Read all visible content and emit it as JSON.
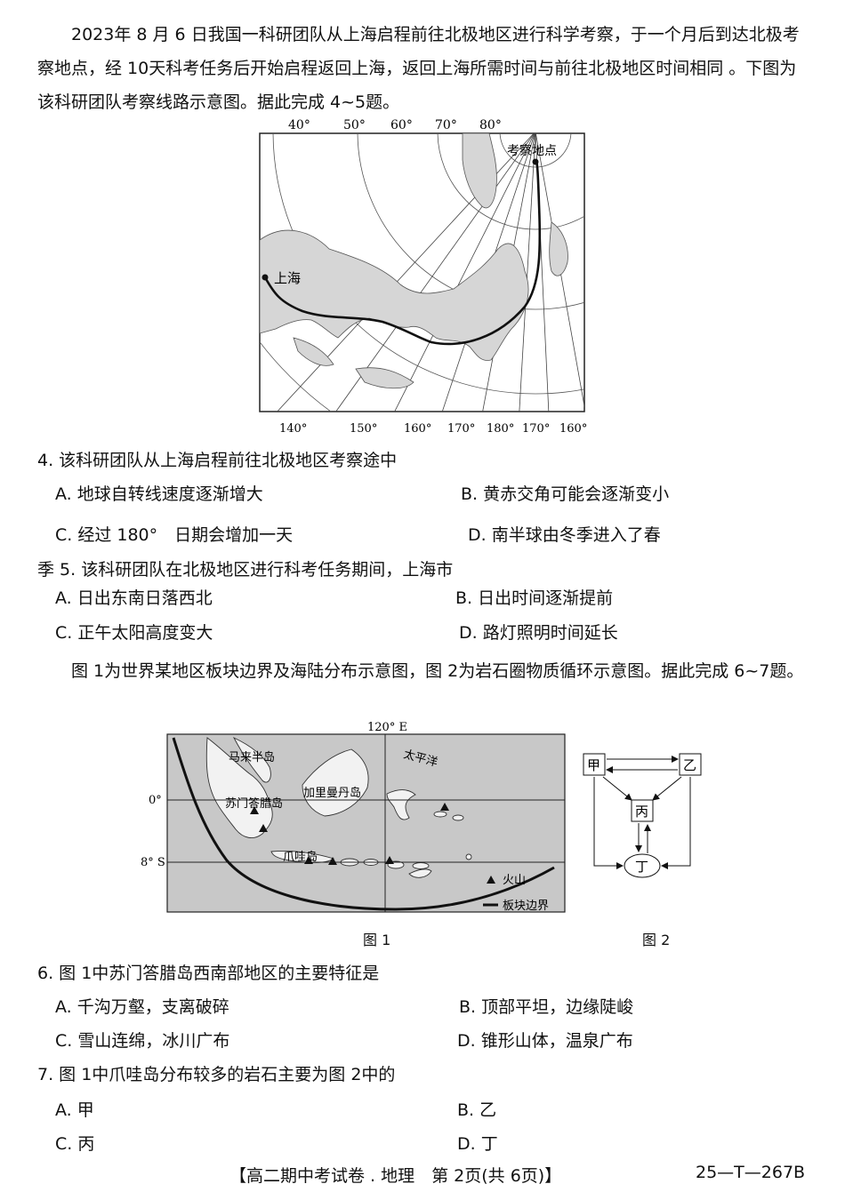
{
  "intro1": "2023年 8 月 6 日我国一科研团队从上海启程前往北极地区进行科学考察，于一个月后到达北极考察地点，经 10天科考任务后开始启程返回上海，返回上海所需时间与前往北极地区时间相同 。下图为该科研团队考察线路示意图。据此完成 4~5题。",
  "map1": {
    "top_labels": [
      "40°",
      "50°",
      "60°",
      "70°",
      "80°"
    ],
    "bottom_labels": [
      "140°",
      "150°",
      "160°",
      "170°",
      "180°",
      "170°",
      "160°"
    ],
    "start": "上海",
    "end": "考察地点"
  },
  "q4": {
    "stem": "4. 该科研团队从上海启程前往北极地区考察途中",
    "A": "A. 地球自转线速度逐渐增大",
    "B": "B. 黄赤交角可能会逐渐变小",
    "C": "C. 经过 180°　日期会增加一天",
    "D": "D. 南半球由冬季进入了春"
  },
  "q5": {
    "stem": "季 5. 该科研团队在北极地区进行科考任务期间，上海市",
    "A": "A.  日出东南日落西北",
    "B": "B.  日出时间逐渐提前",
    "C": "C. 正午太阳高度变大",
    "D": "D. 路灯照明时间延长"
  },
  "intro2": "图 1为世界某地区板块边界及海陆分布示意图，图 2为岩石圈物质循环示意图。据此完成 6~7题。",
  "fig1": {
    "lon_label": "120° E",
    "lat0": "0°",
    "lat8": "8° S",
    "malay": "马来半岛",
    "kalimantan": "加里曼丹岛",
    "pacific": "太平洋",
    "sumatra": "苏门答腊岛",
    "java": "爪哇岛",
    "legend_volcano": "火山",
    "legend_boundary": "板块边界",
    "caption": "图 1"
  },
  "fig2": {
    "jia": "甲",
    "yi": "乙",
    "bing": "丙",
    "ding": "丁",
    "caption": "图 2"
  },
  "q6": {
    "stem": "6.  图 1中苏门答腊岛西南部地区的主要特征是",
    "A": "A. 千沟万壑，支离破碎",
    "B": "B. 顶部平坦，边缘陡峻",
    "C": "C. 雪山连绵，冰川广布",
    "D": "D. 锥形山体，温泉广布"
  },
  "q7": {
    "stem": "7.  图 1中爪哇岛分布较多的岩石主要为图 2中的",
    "A": "A. 甲",
    "B": "B. 乙",
    "C": "C. 丙",
    "D": "D. 丁"
  },
  "footer": {
    "center": "【高二期中考试卷 . 地理　第 2页(共 6页)】",
    "right": "25—T—267B"
  }
}
